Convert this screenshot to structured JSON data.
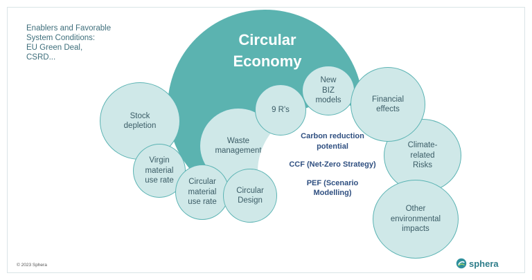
{
  "enablers": {
    "text": "Enablers and Favorable\nSystem Conditions:\nEU Green Deal,\nCSRD..."
  },
  "title": "Circular\nEconomy",
  "bubbles": {
    "stock_depletion": "Stock\ndepletion",
    "virgin_material": "Virgin\nmaterial\nuse rate",
    "circular_material": "Circular\nmaterial\nuse rate",
    "circular_design": "Circular\nDesign",
    "waste_management": "Waste\nmanagement",
    "nine_rs": "9 R's",
    "new_biz": "New\nBIZ\nmodels",
    "financial_effects": "Financial\neffects",
    "climate_risks": "Climate-\nrelated\nRisks",
    "other_impacts": "Other\nenvironmental\nimpacts"
  },
  "core": {
    "carbon": "Carbon reduction\npotential",
    "ccf": "CCF (Net-Zero Strategy)",
    "pef": "PEF (Scenario\nModelling)"
  },
  "footer": {
    "copyright": "© 2023 Sphera",
    "logo_text": "sphera"
  },
  "colors": {
    "main_teal": "#5bb3b0",
    "light_teal": "#cfe8e8",
    "border_teal": "#5bb3b3",
    "core_text": "#2f4f80"
  }
}
